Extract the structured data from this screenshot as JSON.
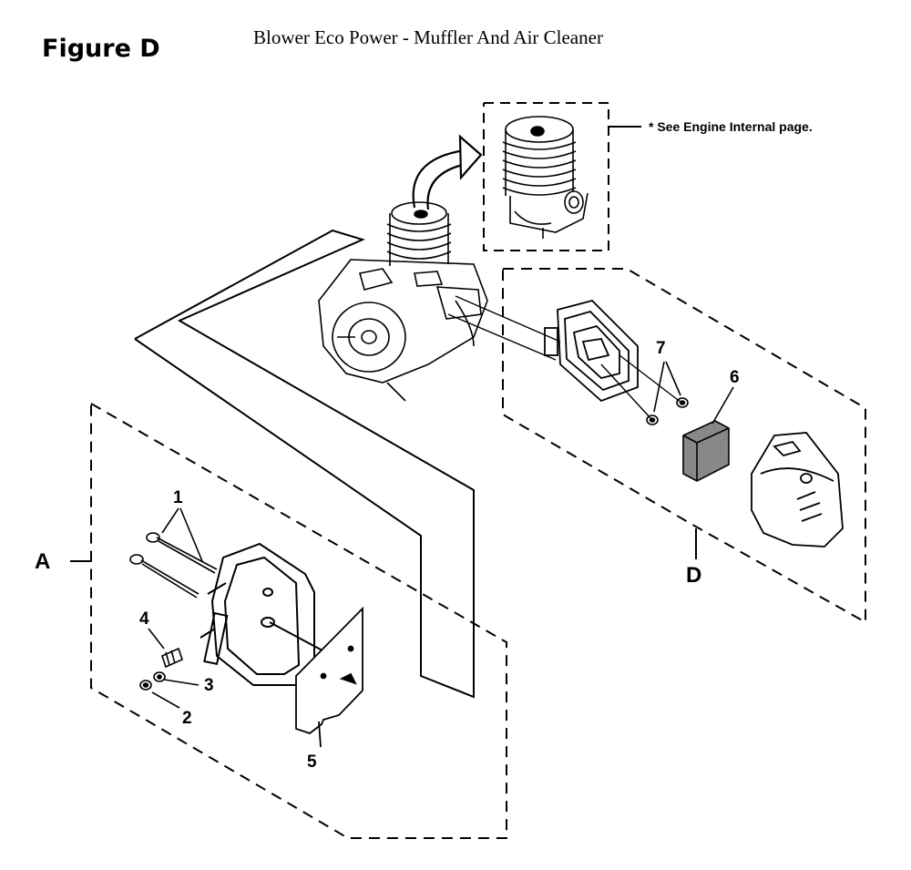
{
  "header": {
    "figure_label": "Figure D",
    "title": "Blower Eco Power - Muffler And Air Cleaner"
  },
  "note": "* See Engine Internal page.",
  "groups": [
    {
      "letter": "A"
    },
    {
      "letter": "D"
    }
  ],
  "callouts": [
    "1",
    "2",
    "3",
    "4",
    "5",
    "6",
    "7"
  ],
  "colors": {
    "ink": "#000000",
    "paper": "#ffffff"
  }
}
